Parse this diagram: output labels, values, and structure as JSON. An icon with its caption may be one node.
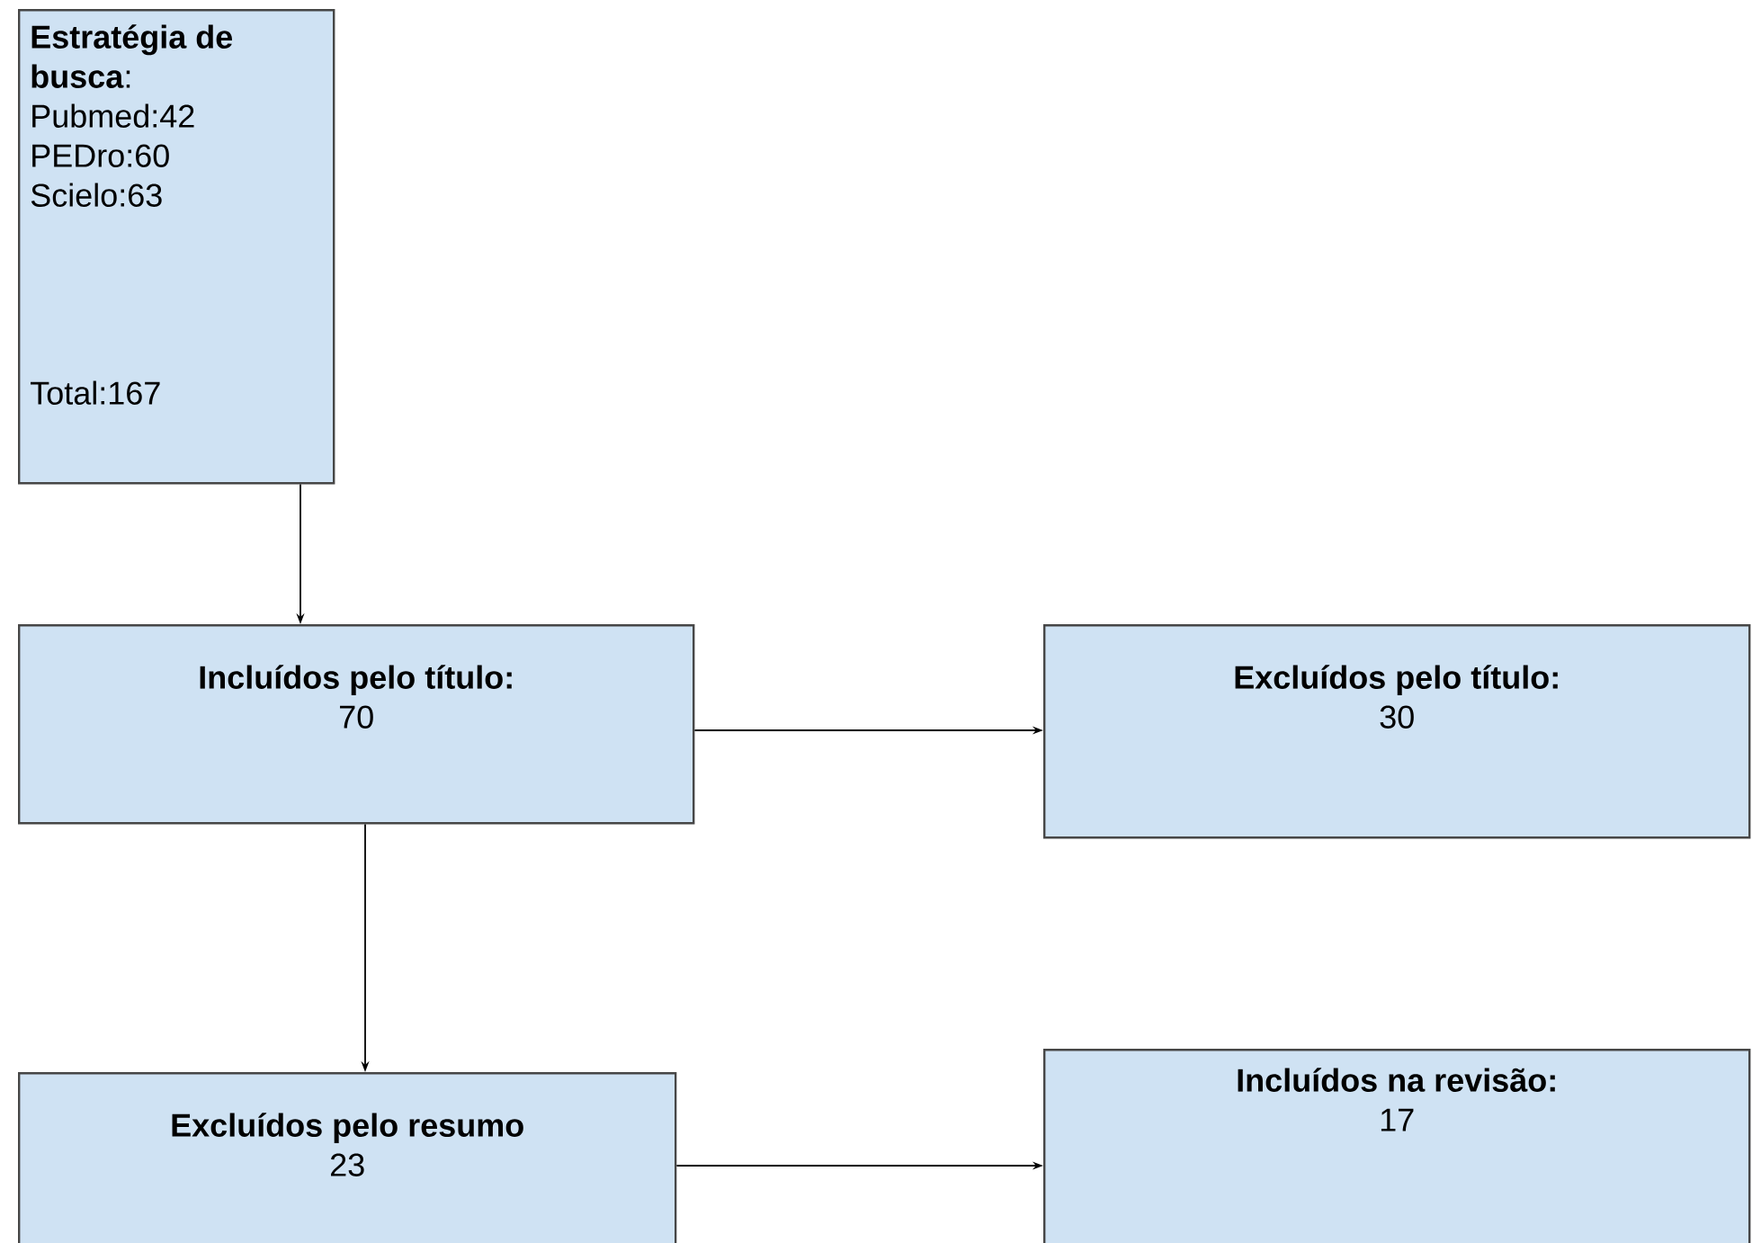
{
  "diagram": {
    "nodes": [
      {
        "text": [
          "**Estratégia de busca**:",
          "Pubmed:42",
          "PEDro:60",
          "Scielo:63",
          "Total:167"
        ]
      },
      {
        "text": [
          "Incluídos pelo título:",
          "70"
        ]
      },
      {
        "text": [
          "Excluídos pelo título:",
          "30"
        ]
      },
      {
        "text": [
          "Excluídos pelo resumo",
          "23"
        ]
      },
      {
        "text": [
          "Incluídos na revisão:",
          "17"
        ]
      }
    ],
    "edges": [
      {
        "from": 0,
        "to": 1,
        "arrow": "to"
      },
      {
        "from": 1,
        "to": 2,
        "arrow": "to"
      },
      {
        "from": 1,
        "to": 3,
        "arrow": "to"
      },
      {
        "from": 3,
        "to": 4,
        "arrow": "to"
      }
    ]
  }
}
